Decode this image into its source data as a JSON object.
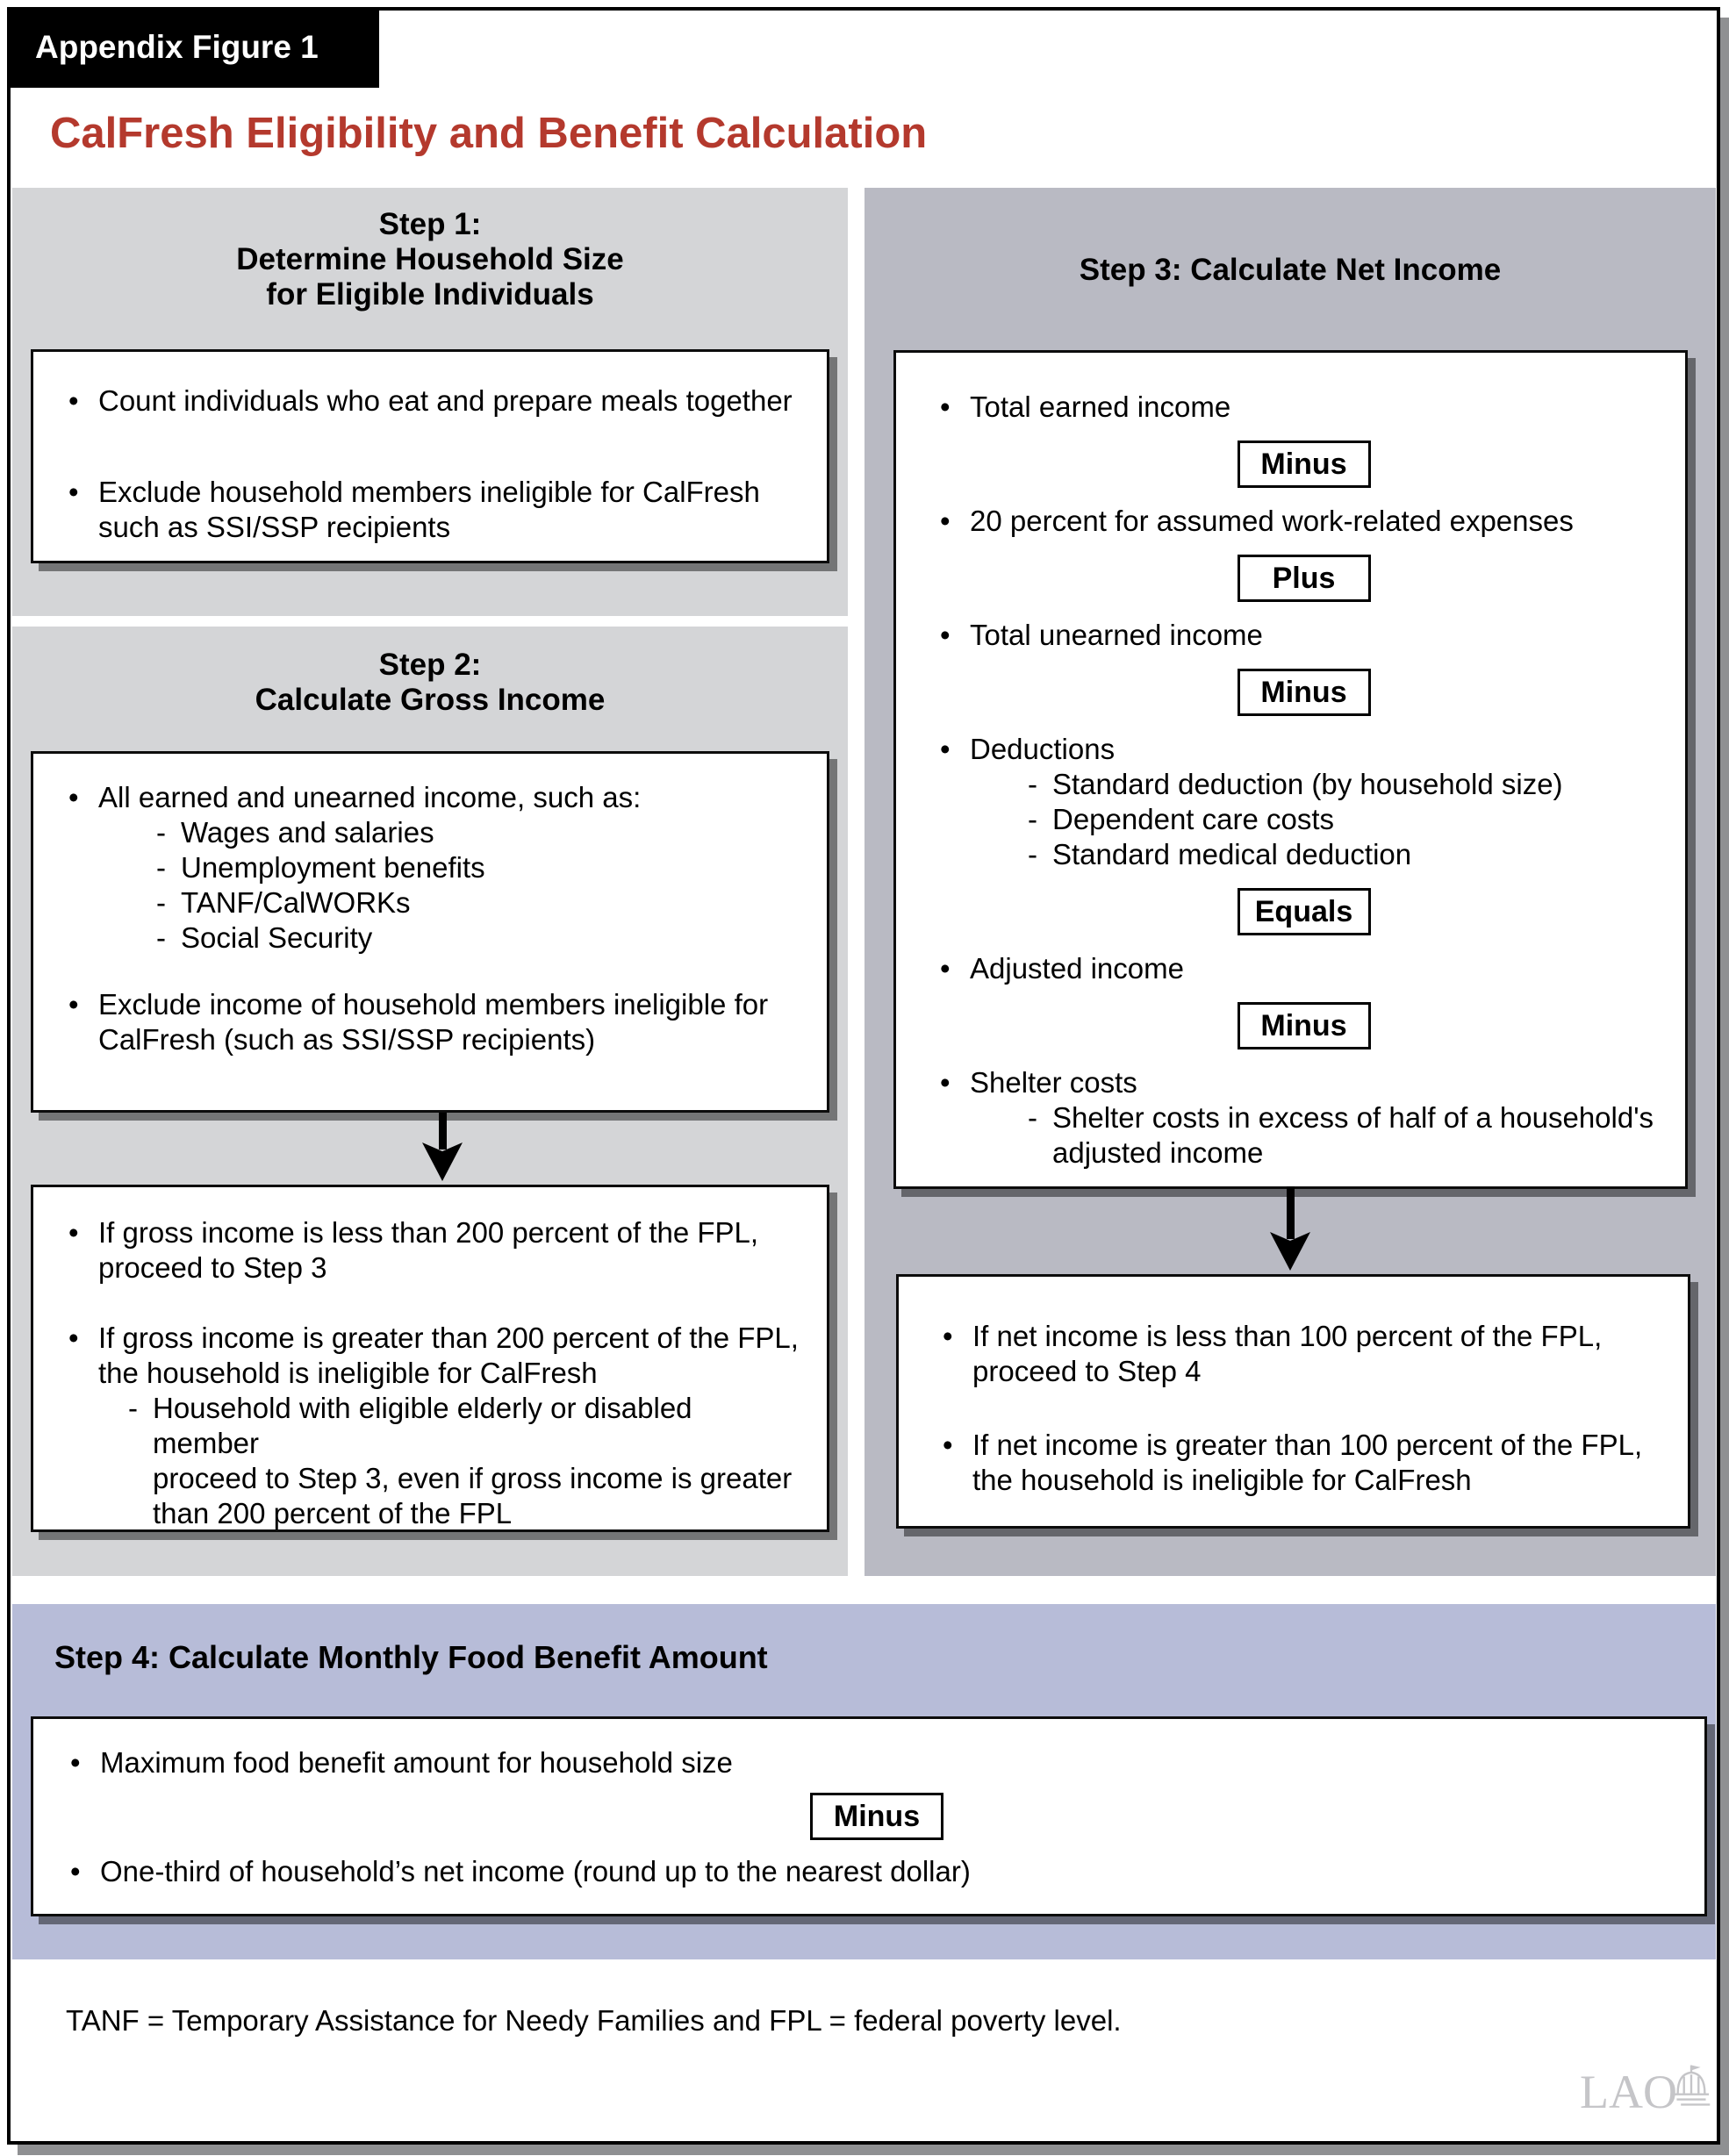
{
  "figure": {
    "tab_label": "Appendix Figure 1",
    "title": "CalFresh Eligibility and Benefit Calculation",
    "footnote": "TANF = Temporary Assistance for Needy Families and FPL = federal poverty level.",
    "logo_text": "LAO"
  },
  "markers": {
    "bullet": "•",
    "dash": "-"
  },
  "ops": {
    "minus": "Minus",
    "plus": "Plus",
    "equals": "Equals"
  },
  "colors": {
    "panel_gray": "#d4d5d7",
    "panel_dark_gray": "#b9bac3",
    "panel_lavender": "#b7bcd8",
    "title_red": "#b4392d"
  },
  "step1": {
    "heading": [
      "Step 1:",
      "Determine Household Size",
      "for Eligible Individuals"
    ],
    "box": {
      "bullet1": [
        "Count individuals who eat and prepare meals together"
      ],
      "bullet2": [
        "Exclude household members ineligible for CalFresh",
        "such as SSI/SSP recipients"
      ]
    }
  },
  "step2": {
    "heading": [
      "Step 2:",
      "Calculate Gross Income"
    ],
    "box1": {
      "bullet1": [
        "All earned and unearned income, such as:"
      ],
      "sub_items": [
        "Wages and salaries",
        "Unemployment benefits",
        "TANF/CalWORKs",
        "Social Security"
      ],
      "bullet2": [
        "Exclude income of household members ineligible for",
        "CalFresh (such as SSI/SSP recipients)"
      ]
    },
    "box2": {
      "bullet1": [
        "If gross income is less than 200 percent of the FPL,",
        "proceed to Step 3"
      ],
      "bullet2": [
        "If gross income is greater than 200 percent of the FPL,",
        "the household is ineligible for CalFresh"
      ],
      "sub_item": [
        "Household with eligible elderly or disabled member",
        "proceed to Step 3, even if gross income is greater",
        "than 200 percent of the FPL"
      ]
    }
  },
  "step3": {
    "heading": "Step 3: Calculate Net Income",
    "box1": {
      "bullet1": "Total earned income",
      "bullet2": "20 percent for assumed work-related expenses",
      "bullet3": "Total unearned income",
      "bullet4": "Deductions",
      "bullet4_subs": [
        "Standard deduction (by household size)",
        "Dependent care costs",
        "Standard medical deduction"
      ],
      "bullet5": "Adjusted income",
      "bullet6": "Shelter costs",
      "bullet6_sub": [
        "Shelter costs in excess of half of a household's",
        "adjusted income"
      ]
    },
    "box2": {
      "bullet1": [
        "If net income is less than 100 percent of the FPL,",
        "proceed to Step 4"
      ],
      "bullet2": [
        "If net income is greater than 100 percent of the FPL,",
        "the household is ineligible for CalFresh"
      ]
    }
  },
  "step4": {
    "heading": "Step 4: Calculate Monthly Food Benefit Amount",
    "box": {
      "bullet1": "Maximum food benefit amount for household size",
      "bullet2": "One-third of household’s net income (round up to the nearest dollar)"
    }
  }
}
